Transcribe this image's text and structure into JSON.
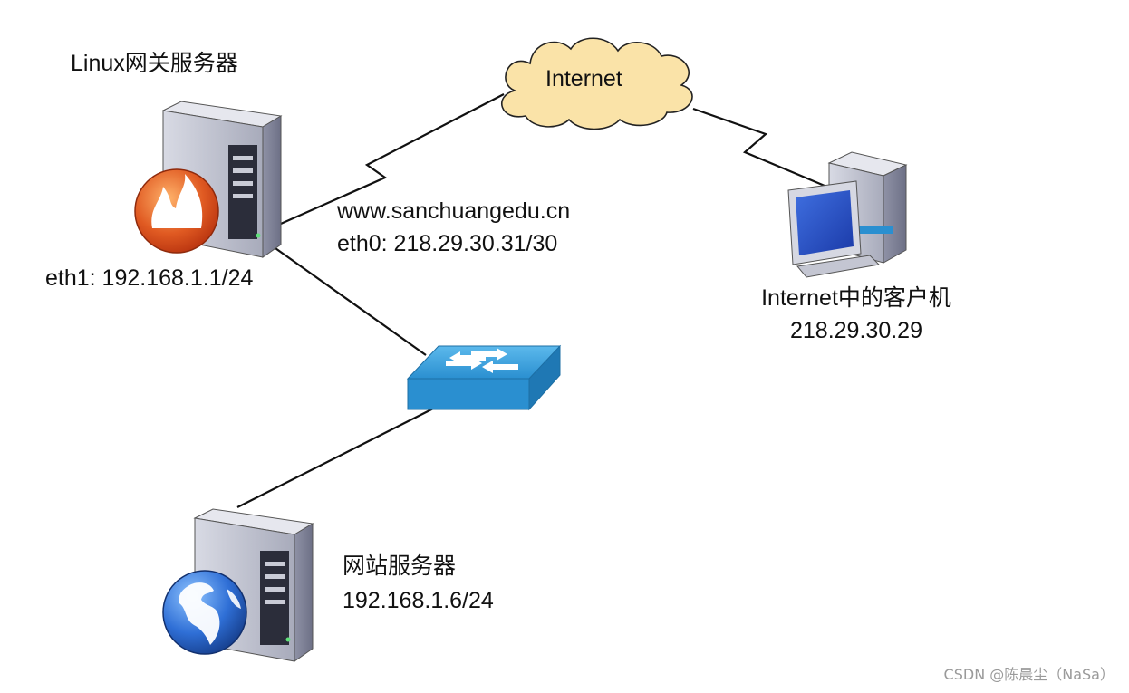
{
  "nodes": {
    "gateway": {
      "title": "Linux网关服务器",
      "hostname": "www.sanchuangedu.cn",
      "eth0": "eth0: 218.29.30.31/30",
      "eth1": "eth1: 192.168.1.1/24",
      "icon": "firewall-server-icon"
    },
    "internet": {
      "label": "Internet",
      "icon": "cloud-icon"
    },
    "client": {
      "title": "Internet中的客户机",
      "ip": "218.29.30.29",
      "icon": "desktop-computer-icon"
    },
    "switch": {
      "icon": "network-switch-icon"
    },
    "web_server": {
      "title": "网站服务器",
      "ip": "192.168.1.6/24",
      "icon": "web-server-globe-icon"
    }
  },
  "watermark": "CSDN @陈晨尘（NaSa）",
  "colors": {
    "cloud_fill": "#FAE3A8",
    "switch_blue": "#2A8FD0",
    "server_gray": "#B8BAC8",
    "firewall_red": "#D9431B",
    "globe_blue": "#2F6FD6"
  }
}
